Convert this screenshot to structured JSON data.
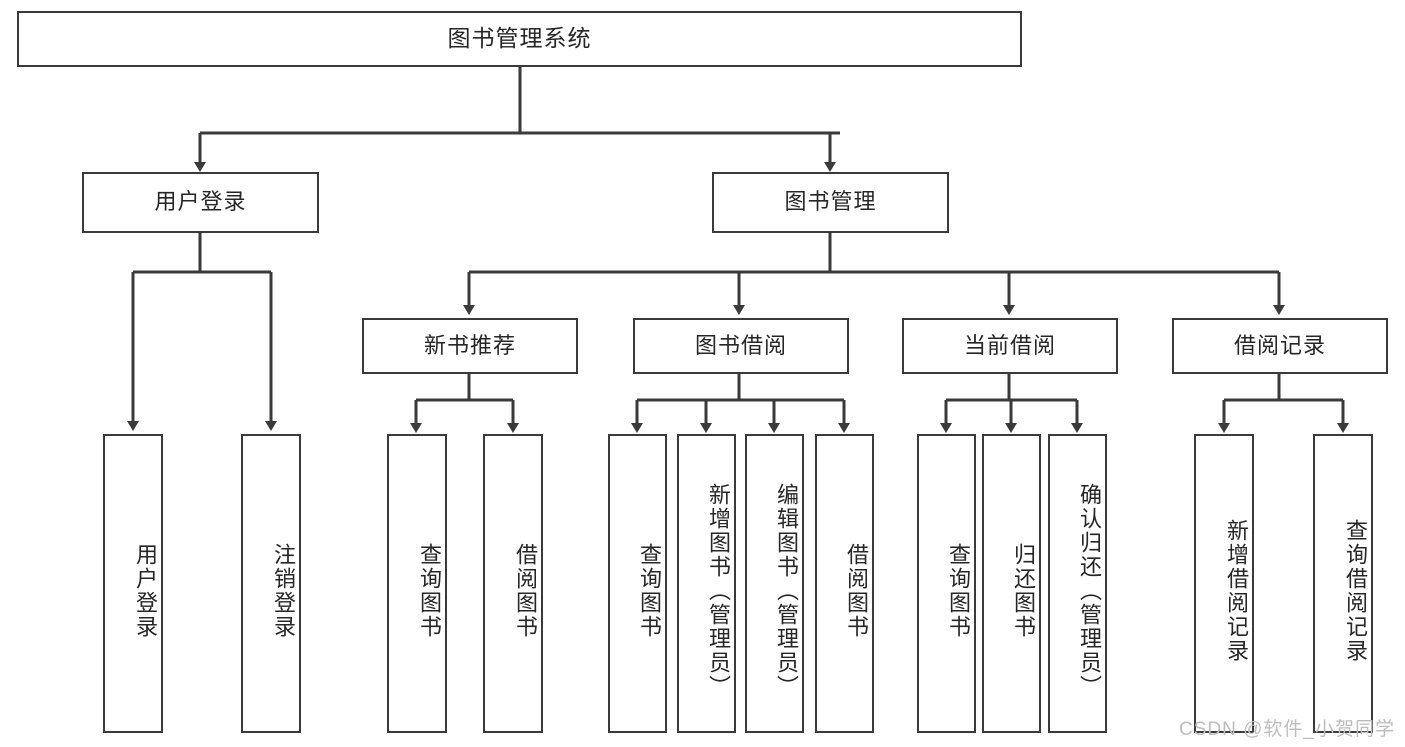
{
  "diagram": {
    "title": "图书管理系统",
    "type": "tree-hierarchy-diagram",
    "root": {
      "label": "图书管理系统"
    },
    "level1": [
      {
        "label": "用户登录"
      },
      {
        "label": "图书管理"
      }
    ],
    "level2": [
      {
        "label": "新书推荐"
      },
      {
        "label": "图书借阅"
      },
      {
        "label": "当前借阅"
      },
      {
        "label": "借阅记录"
      }
    ],
    "leaves": {
      "user_login": [
        {
          "label": "用户登录"
        },
        {
          "label": "注销登录"
        }
      ],
      "new_book_recommend": [
        {
          "label": "查询图书"
        },
        {
          "label": "借阅图书"
        }
      ],
      "book_borrow": [
        {
          "label": "查询图书"
        },
        {
          "label": "新增图书（管理员）"
        },
        {
          "label": "编辑图书（管理员）"
        },
        {
          "label": "借阅图书"
        }
      ],
      "current_borrow": [
        {
          "label": "查询图书"
        },
        {
          "label": "归还图书"
        },
        {
          "label": "确认归还（管理员）"
        }
      ],
      "borrow_record": [
        {
          "label": "新增借阅记录"
        },
        {
          "label": "查询借阅记录"
        }
      ]
    }
  },
  "watermark": {
    "text": "CSDN @软件_小贺同学"
  },
  "colors": {
    "border": "#3a3a3a",
    "text": "#262626",
    "background": "#ffffff",
    "watermark": "#bdbdbd"
  }
}
